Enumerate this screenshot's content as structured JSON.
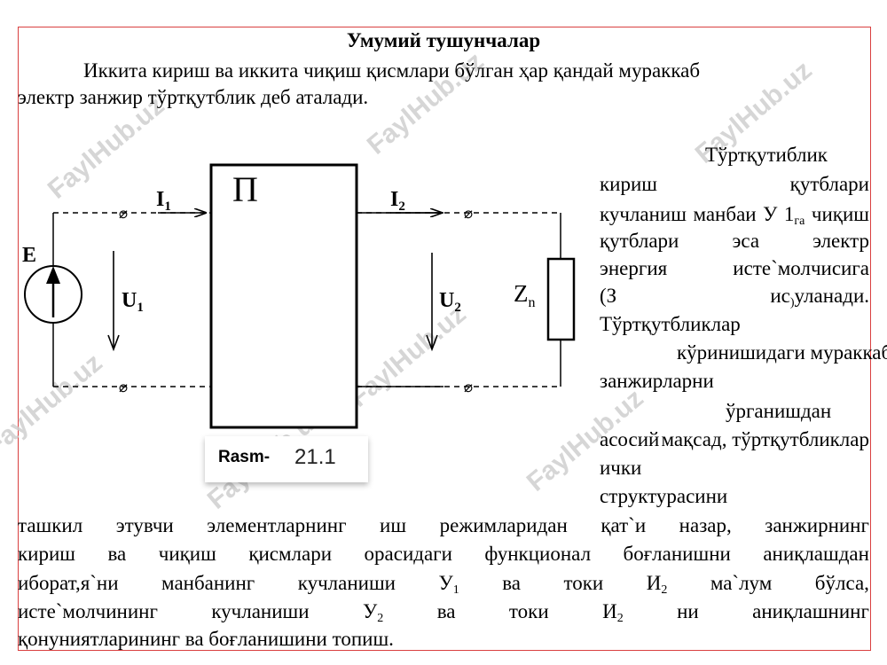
{
  "title": "Умумий тушунчалар",
  "watermark": "FaylHub.uz",
  "intro": [
    "Иккита кириш ва иккита чиқиш қисмлари бўлган ҳар қандай мураккаб",
    "электр занжир тўртқутблик деб аталади."
  ],
  "diagram": {
    "box_label": "П",
    "source_label": "E",
    "i1_label": "I",
    "i1_sub": "1",
    "u1_label": "U",
    "u1_sub": "1",
    "i2_label": "I",
    "i2_sub": "2",
    "u2_label": "U",
    "u2_sub": "2",
    "load_label": "Z",
    "load_sub": "n"
  },
  "caption": {
    "prefix": "Rasm-",
    "number": "21.1"
  },
  "right_col": [
    "Тўртқутиблик",
    "кириш",
    "қутблари",
    "кучланиш",
    "манбаи",
    "У",
    "1",
    "га",
    "чиқиш",
    "қутблари",
    "эса",
    "электр",
    "энергия",
    "исте`молчисига",
    "(З",
    "ис",
    ")",
    "уланади.",
    "Тўртқутбликлар",
    "кўринишидаги мураккаб",
    "занжирларни",
    "ўрганишдан",
    "асосий",
    "мақсад, тўртқутбликлар",
    "ички",
    "структурасини"
  ],
  "bottom": {
    "l1": [
      "ташкил",
      "этувчи",
      "элементларнинг",
      "иш",
      "режимларидан",
      "қат`и",
      "назар,",
      "занжирнинг"
    ],
    "l2": [
      "кириш",
      "ва",
      "чиқиш",
      "қисмлари",
      "орасидаги",
      "функционал",
      "боғланишни",
      "аниқлашдан"
    ],
    "l3": [
      "иборат,я`ни",
      "манбанинг",
      "кучланиши",
      "У",
      "1",
      "ва",
      "токи",
      "И",
      "2",
      "ма`лум",
      "бўлса,"
    ],
    "l4": [
      "исте`молчининг",
      "кучланиши",
      "У",
      "2",
      "ва",
      "токи",
      "И",
      "2",
      "ни",
      "аниқлашнинг"
    ],
    "l5": "қонуниятларининг ва боғланишини топиш."
  }
}
